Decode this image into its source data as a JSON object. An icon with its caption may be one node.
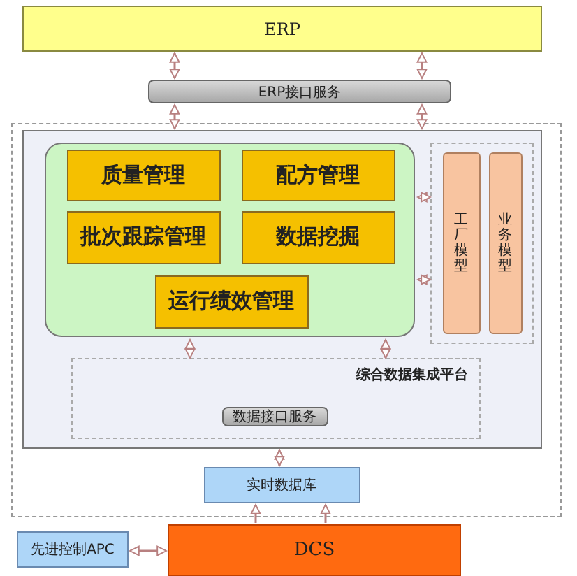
{
  "diagram": {
    "nodes": [
      {
        "text": [
          "ERP"
        ]
      },
      {
        "text": [
          "ERP接口服务"
        ]
      },
      {
        "text": [],
        "shape": "box"
      },
      {
        "text": [],
        "shape": "box",
        "in": 2
      },
      {
        "text": [],
        "shape": "box",
        "in": 3
      },
      {
        "text": [
          "质量管理"
        ],
        "in": 4
      },
      {
        "text": [
          "配方管理"
        ],
        "in": 4
      },
      {
        "text": [
          "批次跟踪管理"
        ],
        "in": 4
      },
      {
        "text": [
          "数据挖掘"
        ],
        "in": 4
      },
      {
        "text": [
          "运行绩效管理"
        ],
        "in": 4
      },
      {
        "text": [],
        "shape": "box",
        "in": 3
      },
      {
        "text": [
          "工厂模型"
        ],
        "in": 10
      },
      {
        "text": [
          "业务模型"
        ],
        "in": 10
      },
      {
        "text": [
          "综合数据集成平台"
        ],
        "in": 3
      },
      {
        "text": [
          "数据接口服务"
        ],
        "in": 13
      },
      {
        "text": [
          "实时数据库"
        ],
        "in": 2
      },
      {
        "text": [
          "先进控制APC"
        ]
      },
      {
        "text": [
          "DCS"
        ]
      }
    ],
    "edges": [
      {
        "from": 0,
        "to": 1,
        "arrow": "both"
      },
      {
        "from": 0,
        "to": 1,
        "arrow": "both"
      },
      {
        "from": 1,
        "to": 3,
        "arrow": "both"
      },
      {
        "from": 1,
        "to": 3,
        "arrow": "both"
      },
      {
        "from": 4,
        "to": 10,
        "arrow": "both"
      },
      {
        "from": 4,
        "to": 10,
        "arrow": "both"
      },
      {
        "from": 4,
        "to": 13,
        "arrow": "both"
      },
      {
        "from": 4,
        "to": 13,
        "arrow": "both"
      },
      {
        "from": 3,
        "to": 15,
        "arrow": "both"
      },
      {
        "from": 17,
        "to": 15,
        "arrow": "to"
      },
      {
        "from": 17,
        "to": 15,
        "arrow": "to"
      },
      {
        "from": 16,
        "to": 17,
        "arrow": "both"
      }
    ]
  }
}
